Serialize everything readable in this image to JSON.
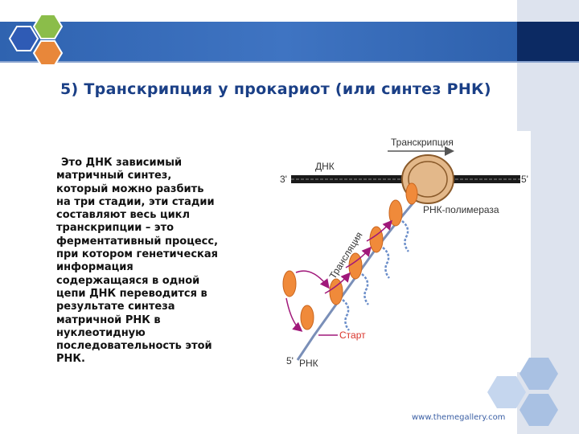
{
  "slide": {
    "title": "5) Транскрипция у прокариот  (или синтез РНК)",
    "body_text": "Это ДНК зависимый матричный синтез, который можно разбить на три стадии, эти стадии составляют весь цикл транскрипции – это ферментативный процесс, при котором генетическая информация содержащаяся в одной цепи ДНК переводится в результате синтеза матричной РНК в нуклеотидную последовательность этой РНК.",
    "website": "www.themegallery.com"
  },
  "diagram": {
    "label_transcription": "Транскрипция",
    "label_dna": "ДНК",
    "label_3prime_dna": "3'",
    "label_5prime_dna": "5'",
    "label_rna_polymerase": "РНК-полимераза",
    "label_translation": "Трансляция",
    "label_start": "Старт",
    "label_5prime_rna": "5'",
    "label_rna": "РНК"
  },
  "colors": {
    "header_blue": "#3f74c2",
    "header_dark": "#0c2a63",
    "title": "#1a3f86",
    "ribosome": "#f08a3a",
    "arrow_magenta": "#a0187a",
    "label_red": "#d9342b"
  }
}
